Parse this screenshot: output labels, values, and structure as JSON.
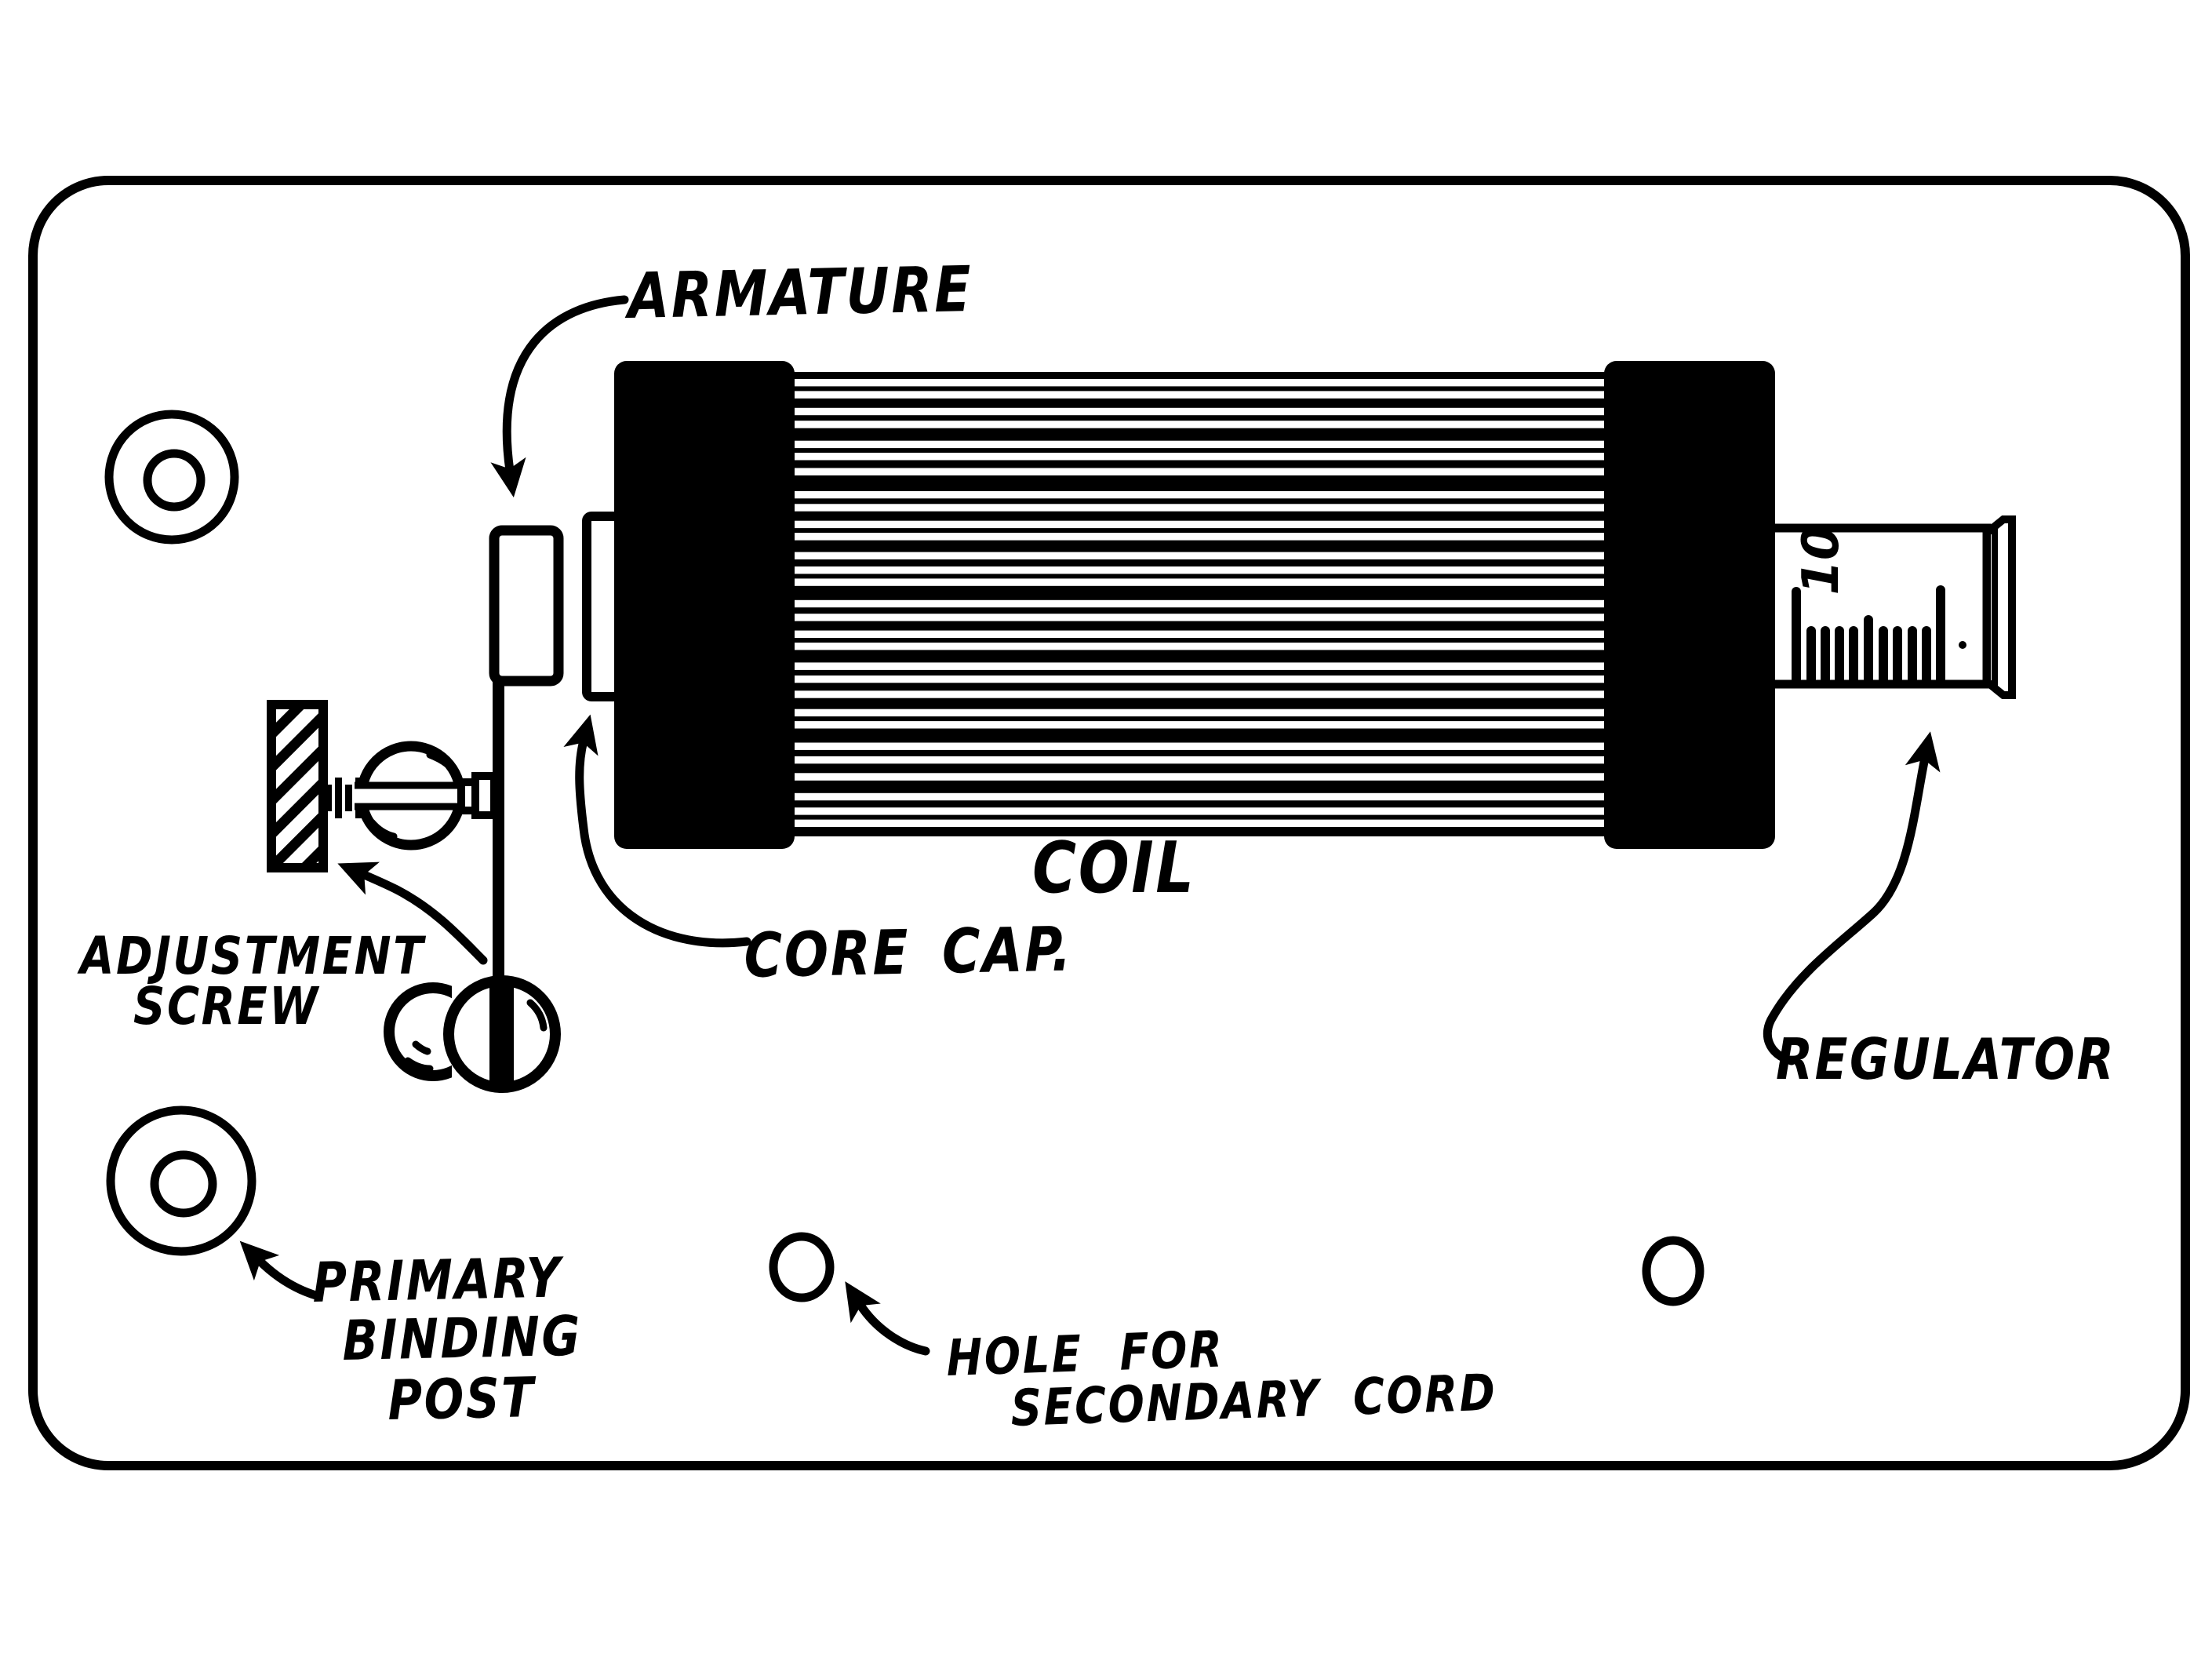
{
  "colors": {
    "ink": "#000000",
    "board": "#ffffff"
  },
  "labels": {
    "armature": "ARMATURE",
    "coil": "COIL",
    "core_cap": "CORE CAP.",
    "adjustment_screw": {
      "line1": "ADJUSTMENT",
      "line2": "SCREW"
    },
    "regulator": "REGULATOR",
    "primary_binding_post": {
      "line1": "PRIMARY",
      "line2": "BINDING",
      "line3": "POST"
    },
    "secondary_hole": {
      "line1": "HOLE FOR",
      "line2": "SECONDARY CORD"
    },
    "ruler_reading": "10"
  }
}
